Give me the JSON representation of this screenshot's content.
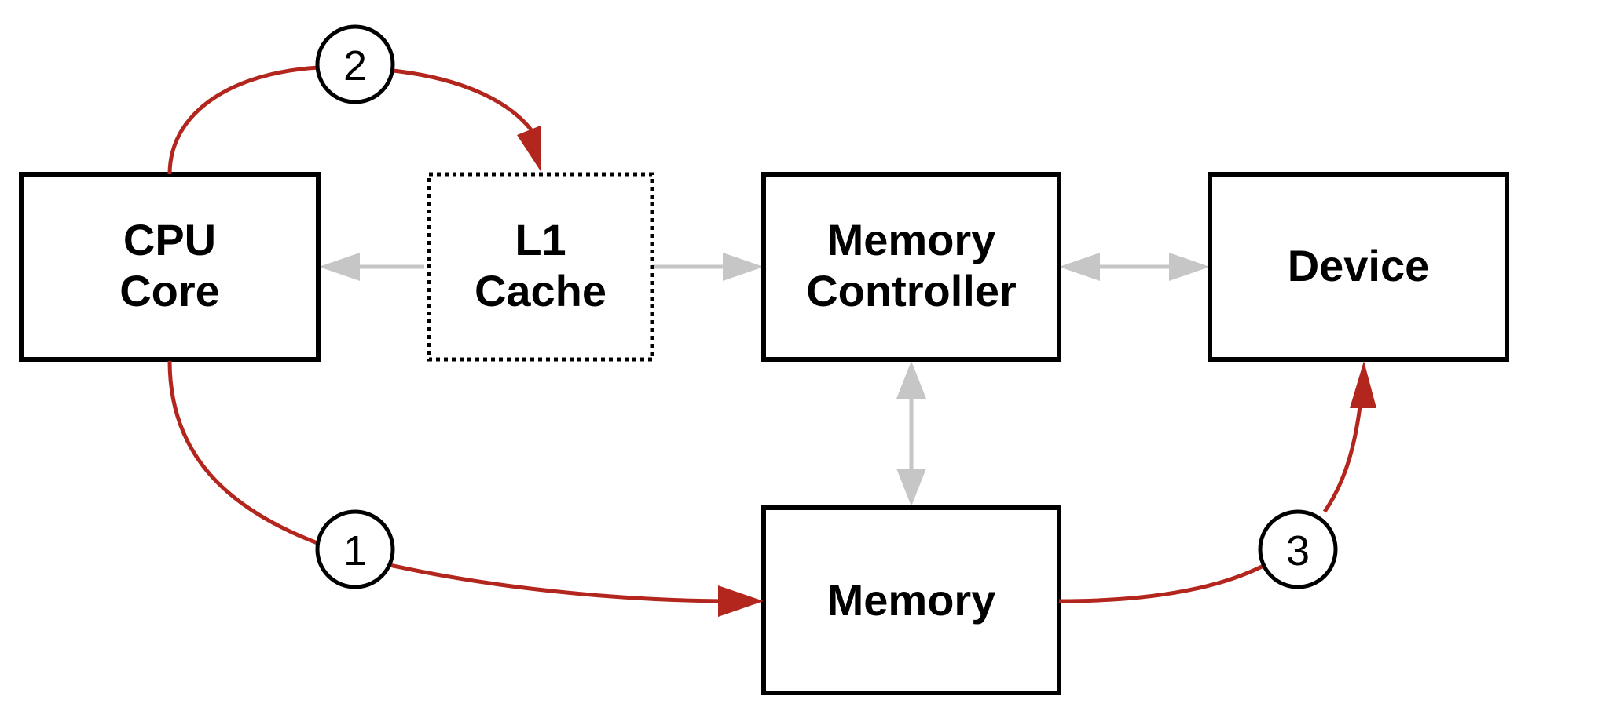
{
  "nodes": {
    "cpu": {
      "line1": "CPU",
      "line2": "Core"
    },
    "l1": {
      "line1": "L1",
      "line2": "Cache"
    },
    "controller": {
      "line1": "Memory",
      "line2": "Controller"
    },
    "device": {
      "label": "Device"
    },
    "memory": {
      "label": "Memory"
    }
  },
  "steps": [
    "1",
    "2",
    "3"
  ],
  "colors": {
    "step_arrow": "#b3261e",
    "bus_arrow": "#c6c6c6",
    "box_stroke": "#000000"
  }
}
